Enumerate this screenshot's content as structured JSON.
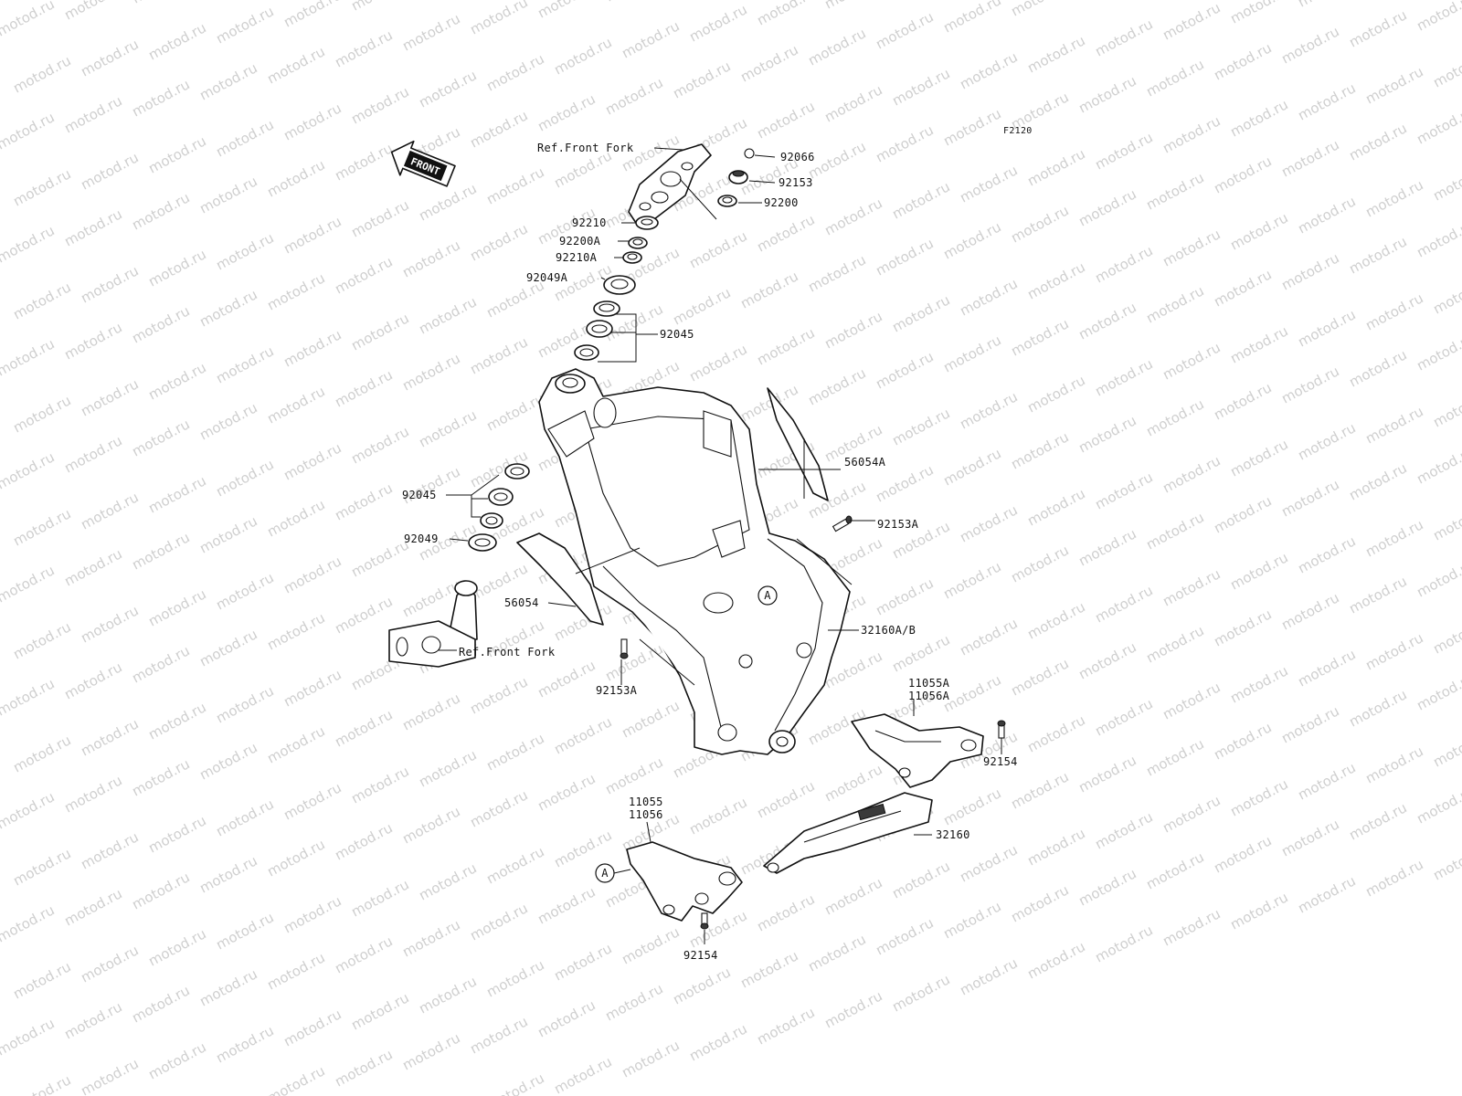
{
  "watermark_text": "motod.ru",
  "figure_code": "F2120",
  "front_arrow_text": "FRONT",
  "reference_marker": "A",
  "labels": {
    "ref_front_fork_top": "Ref.Front Fork",
    "ref_front_fork_bottom": "Ref.Front Fork",
    "p92066": "92066",
    "p92153": "92153",
    "p92200": "92200",
    "p92210": "92210",
    "p92200A": "92200A",
    "p92210A": "92210A",
    "p92049A": "92049A",
    "p92045_top": "92045",
    "p92045_left": "92045",
    "p92049": "92049",
    "p56054A": "56054A",
    "p56054": "56054",
    "p92153A_right": "92153A",
    "p92153A_left": "92153A",
    "p32160AB": "32160A/B",
    "p11055A": "11055A",
    "p11056A": "11056A",
    "p92154_right": "92154",
    "p11055": "11055",
    "p11056": "11056",
    "p32160": "32160",
    "p92154_bottom": "92154"
  }
}
